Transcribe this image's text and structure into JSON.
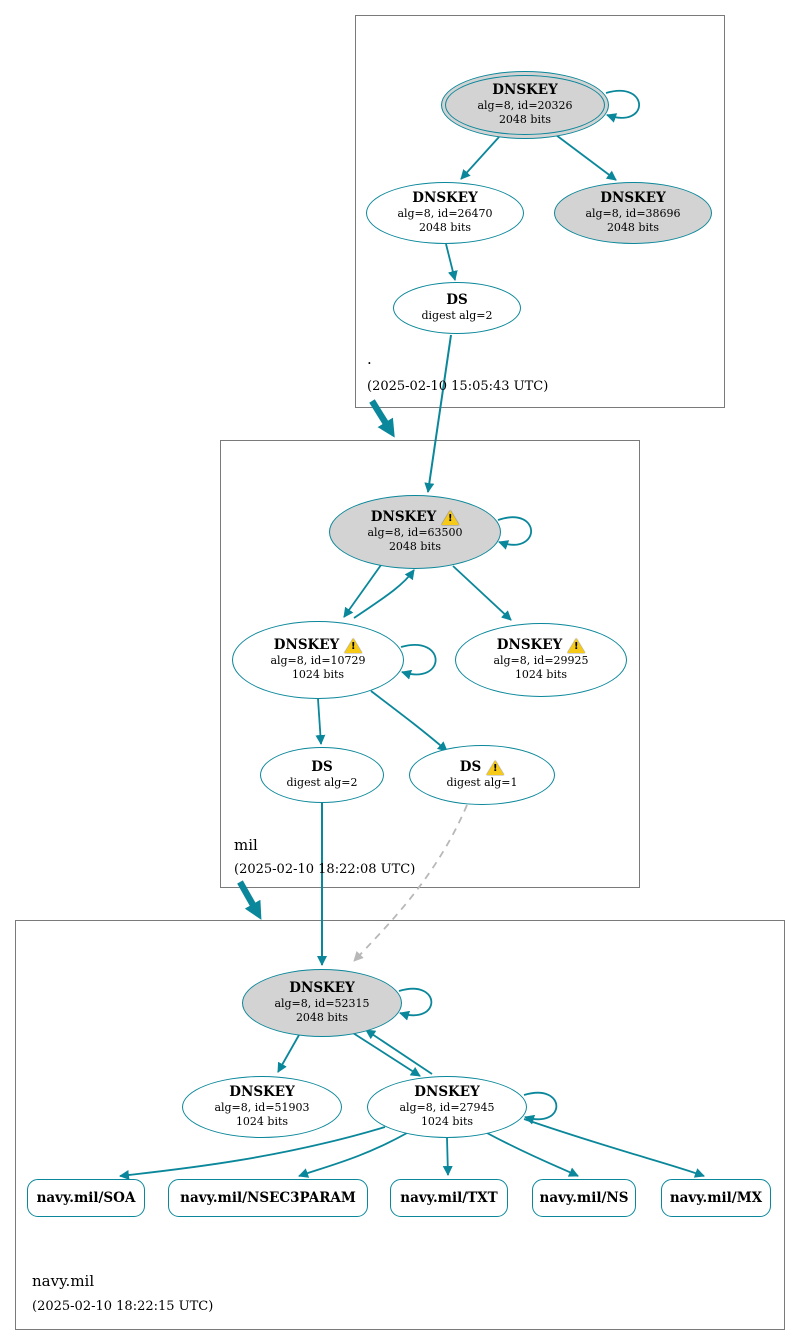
{
  "diagram": {
    "type": "dnssec-authentication-chain",
    "zones": [
      {
        "name": ".",
        "timestamp": "(2025-02-10 15:05:43 UTC)",
        "nodes": {
          "ksk": {
            "title": "DNSKEY",
            "detail": "alg=8, id=20326",
            "size": "2048 bits"
          },
          "zsk": {
            "title": "DNSKEY",
            "detail": "alg=8, id=26470",
            "size": "2048 bits"
          },
          "key2": {
            "title": "DNSKEY",
            "detail": "alg=8, id=38696",
            "size": "2048 bits"
          },
          "ds": {
            "title": "DS",
            "detail": "digest alg=2"
          }
        }
      },
      {
        "name": "mil",
        "timestamp": "(2025-02-10 18:22:08 UTC)",
        "nodes": {
          "ksk": {
            "title": "DNSKEY",
            "detail": "alg=8, id=63500",
            "size": "2048 bits"
          },
          "zsk1": {
            "title": "DNSKEY",
            "detail": "alg=8, id=10729",
            "size": "1024 bits"
          },
          "zsk2": {
            "title": "DNSKEY",
            "detail": "alg=8, id=29925",
            "size": "1024 bits"
          },
          "ds2": {
            "title": "DS",
            "detail": "digest alg=2"
          },
          "ds1": {
            "title": "DS",
            "detail": "digest alg=1"
          }
        }
      },
      {
        "name": "navy.mil",
        "timestamp": "(2025-02-10 18:22:15 UTC)",
        "nodes": {
          "ksk": {
            "title": "DNSKEY",
            "detail": "alg=8, id=52315",
            "size": "2048 bits"
          },
          "zsk1": {
            "title": "DNSKEY",
            "detail": "alg=8, id=51903",
            "size": "1024 bits"
          },
          "zsk2": {
            "title": "DNSKEY",
            "detail": "alg=8, id=27945",
            "size": "1024 bits"
          },
          "rrsets": [
            {
              "label": "navy.mil/SOA"
            },
            {
              "label": "navy.mil/NSEC3PARAM"
            },
            {
              "label": "navy.mil/TXT"
            },
            {
              "label": "navy.mil/NS"
            },
            {
              "label": "navy.mil/MX"
            }
          ]
        }
      }
    ],
    "colors": {
      "secure": "#0a879a",
      "key_fill": "#d3d3d3",
      "warning_fill": "#f7ca18",
      "insecure_edge": "#b8b8b8"
    },
    "icons": {
      "warning-icon": "yellow warning triangle with exclamation mark"
    }
  }
}
